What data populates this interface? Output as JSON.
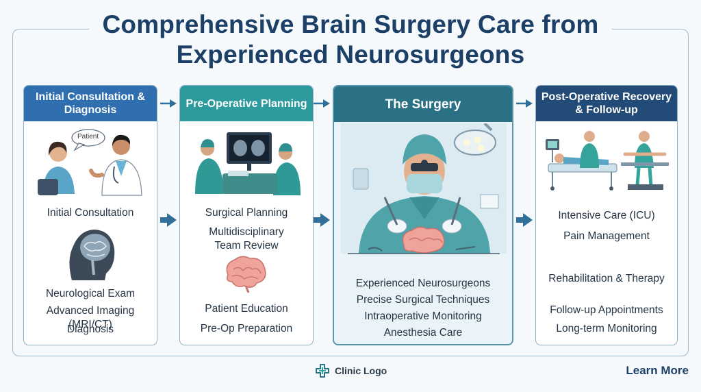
{
  "title": "Comprehensive Brain Surgery Care from Experienced Neurosurgeons",
  "stages": [
    {
      "header": "Initial Consultation & Diagnosis",
      "bubble": "Patient",
      "items": [
        "Initial Consultation",
        "Neurological Exam",
        "Advanced Imaging (MRI/CT)",
        "Diagnosis"
      ]
    },
    {
      "header": "Pre-Operative Planning",
      "items": [
        "Surgical Planning",
        "Multidisciplinary Team Review",
        "Patient Education",
        "Pre-Op Preparation"
      ]
    },
    {
      "header": "The Surgery",
      "items": [
        "Experienced Neurosurgeons",
        "Precise Surgical Techniques",
        "Intraoperative Monitoring",
        "Anesthesia Care"
      ]
    },
    {
      "header": "Post-Operative Recovery & Follow-up",
      "items": [
        "Intensive Care (ICU)",
        "Pain Management",
        "Rehabilitation & Therapy",
        "Follow-up Appointments",
        "Long-term Monitoring"
      ]
    }
  ],
  "footer": {
    "logo_text": "Clinic Logo",
    "learn_more": "Learn More"
  },
  "colors": {
    "title": "#1b3f66",
    "stage1": "#2f6fb0",
    "stage2": "#2d9a9e",
    "stage3": "#2a7185",
    "stage4": "#234b77",
    "arrow": "#2f6f9a"
  },
  "icons": [
    "doctor-patient-illustration",
    "brain-scan-icon",
    "surgical-team-illustration",
    "brain-icon",
    "surgeon-illustration",
    "icu-rehab-illustration",
    "clinic-cross-icon"
  ]
}
